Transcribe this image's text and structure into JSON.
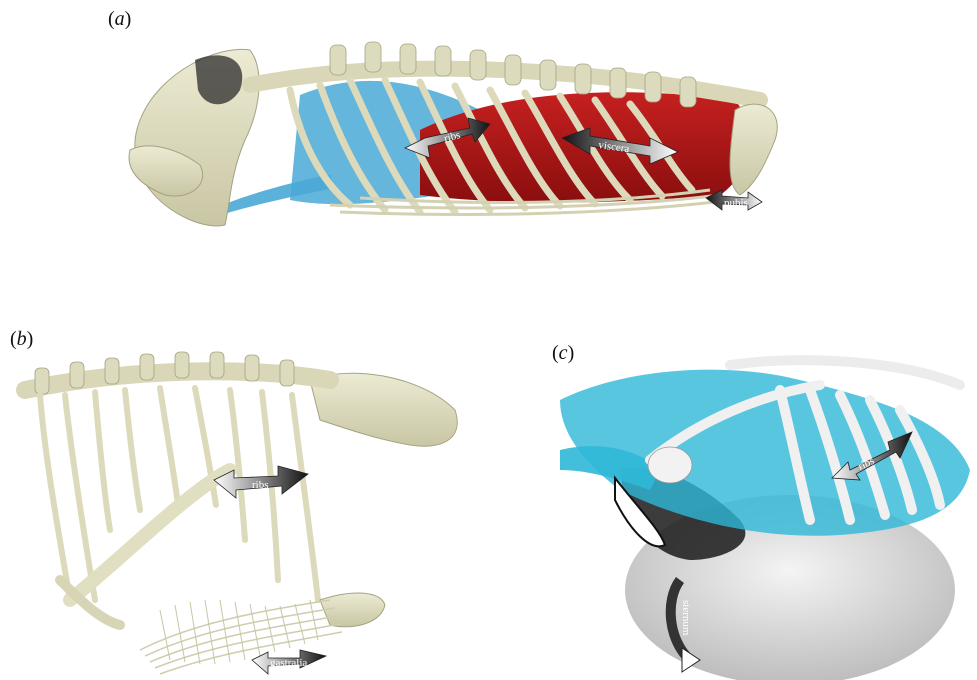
{
  "panels": {
    "a": {
      "label_open": "(",
      "label_letter": "a",
      "label_close": ")"
    },
    "b": {
      "label_open": "(",
      "label_letter": "b",
      "label_close": ")"
    },
    "c": {
      "label_open": "(",
      "label_letter": "c",
      "label_close": ")"
    }
  },
  "arrows": {
    "a_ribs": "ribs",
    "a_viscera": "viscera",
    "a_pubis": "pubis",
    "b_ribs": "ribs",
    "b_gastralia": "gastralia",
    "c_ribs": "ribs",
    "c_sternum": "sternum"
  },
  "colors": {
    "bone": "#e2e0c2",
    "bone_shadow": "#b9b694",
    "lung_blue": "#4aa9d6",
    "viscera_red": "#b01818",
    "cyan_volume": "#2fb8d8",
    "gray_volume": "#d8d8d8"
  }
}
